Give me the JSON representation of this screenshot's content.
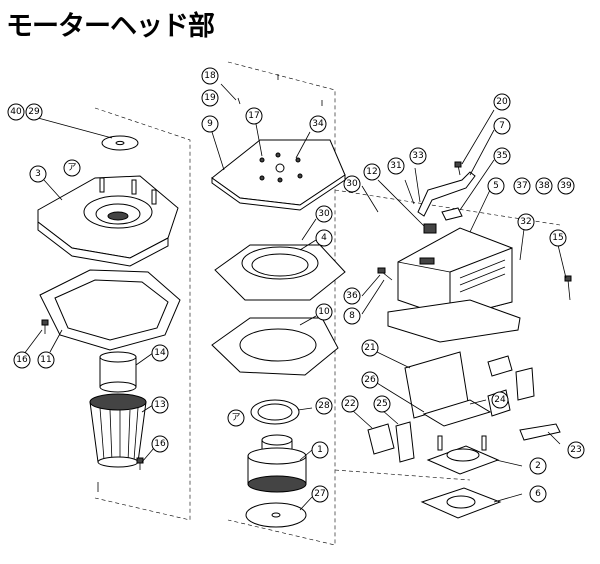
{
  "title": "モーターヘッド部",
  "markers": [
    {
      "id": "m1",
      "text": "ア"
    },
    {
      "id": "m2",
      "text": "ア"
    }
  ],
  "callouts": [
    {
      "id": "c40",
      "text": "40"
    },
    {
      "id": "c29",
      "text": "29"
    },
    {
      "id": "c3",
      "text": "3"
    },
    {
      "id": "c16a",
      "text": "16"
    },
    {
      "id": "c11",
      "text": "11"
    },
    {
      "id": "c14",
      "text": "14"
    },
    {
      "id": "c13",
      "text": "13"
    },
    {
      "id": "c16b",
      "text": "16"
    },
    {
      "id": "c18",
      "text": "18"
    },
    {
      "id": "c19",
      "text": "19"
    },
    {
      "id": "c9",
      "text": "9"
    },
    {
      "id": "c17",
      "text": "17"
    },
    {
      "id": "c34",
      "text": "34"
    },
    {
      "id": "c30a",
      "text": "30"
    },
    {
      "id": "c4",
      "text": "4"
    },
    {
      "id": "c10",
      "text": "10"
    },
    {
      "id": "c28",
      "text": "28"
    },
    {
      "id": "c1",
      "text": "1"
    },
    {
      "id": "c27",
      "text": "27"
    },
    {
      "id": "c20",
      "text": "20"
    },
    {
      "id": "c7",
      "text": "7"
    },
    {
      "id": "c31",
      "text": "31"
    },
    {
      "id": "c33",
      "text": "33"
    },
    {
      "id": "c35",
      "text": "35"
    },
    {
      "id": "c30b",
      "text": "30"
    },
    {
      "id": "c12",
      "text": "12"
    },
    {
      "id": "c5",
      "text": "5"
    },
    {
      "id": "c37",
      "text": "37"
    },
    {
      "id": "c38",
      "text": "38"
    },
    {
      "id": "c39",
      "text": "39"
    },
    {
      "id": "c32",
      "text": "32"
    },
    {
      "id": "c15",
      "text": "15"
    },
    {
      "id": "c36",
      "text": "36"
    },
    {
      "id": "c8",
      "text": "8"
    },
    {
      "id": "c21",
      "text": "21"
    },
    {
      "id": "c26",
      "text": "26"
    },
    {
      "id": "c22",
      "text": "22"
    },
    {
      "id": "c25",
      "text": "25"
    },
    {
      "id": "c24",
      "text": "24"
    },
    {
      "id": "c2",
      "text": "2"
    },
    {
      "id": "c23",
      "text": "23"
    },
    {
      "id": "c6",
      "text": "6"
    }
  ]
}
